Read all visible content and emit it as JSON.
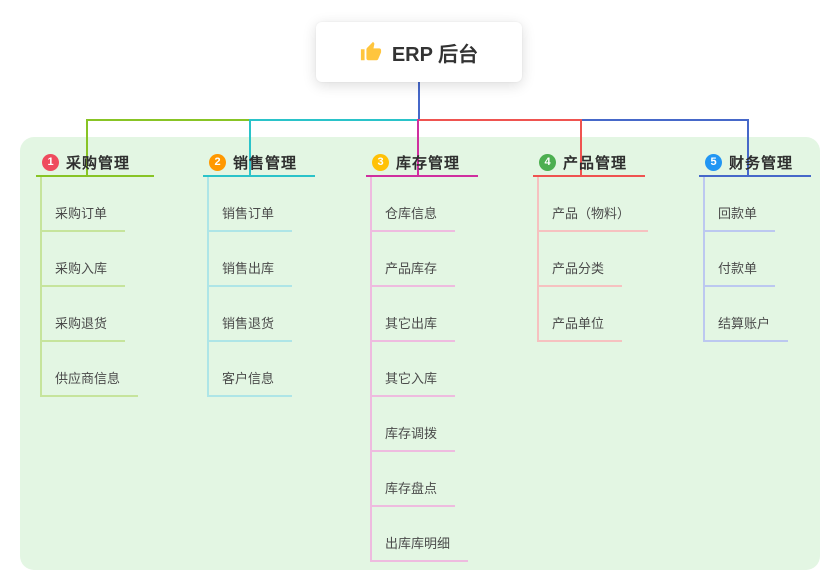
{
  "root_node": {
    "label": "ERP 后台",
    "icon": "thumbs-up-icon",
    "line_color": "#4668c9"
  },
  "canvas": {
    "background": "#ffffff",
    "panel_color": "#e3f6e3"
  },
  "branches": [
    {
      "number": "1",
      "label": "采购管理",
      "badge_color": "#ef4b5e",
      "line_color": "#88c425",
      "item_line_color": "#c6e49c",
      "items": [
        "采购订单",
        "采购入库",
        "采购退货",
        "供应商信息"
      ]
    },
    {
      "number": "2",
      "label": "销售管理",
      "badge_color": "#ff9800",
      "line_color": "#2ac3c9",
      "item_line_color": "#aee5e7",
      "items": [
        "销售订单",
        "销售出库",
        "销售退货",
        "客户信息"
      ]
    },
    {
      "number": "3",
      "label": "库存管理",
      "badge_color": "#ffc107",
      "line_color": "#cf2f9f",
      "item_line_color": "#eebbdf",
      "items": [
        "仓库信息",
        "产品库存",
        "其它出库",
        "其它入库",
        "库存调拨",
        "库存盘点",
        "出库库明细"
      ]
    },
    {
      "number": "4",
      "label": "产品管理",
      "badge_color": "#4caf50",
      "line_color": "#ef5350",
      "item_line_color": "#f6c1c0",
      "items": [
        "产品（物料）",
        "产品分类",
        "产品单位"
      ]
    },
    {
      "number": "5",
      "label": "财务管理",
      "badge_color": "#2196f3",
      "line_color": "#4668c9",
      "item_line_color": "#bcc8f0",
      "items": [
        "回款单",
        "付款单",
        "结算账户"
      ]
    }
  ]
}
